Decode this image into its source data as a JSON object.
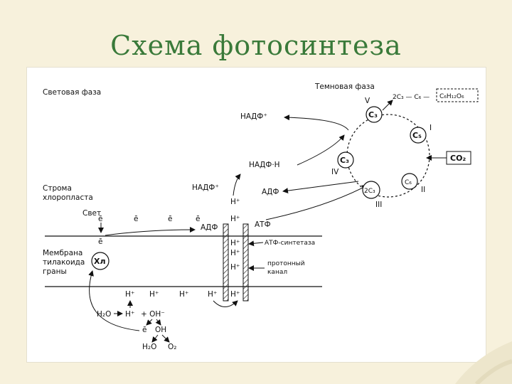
{
  "slide": {
    "title": "Схема фотосинтеза"
  },
  "diagram": {
    "light_phase": "Световая фаза",
    "dark_phase": "Темновая фаза",
    "stroma_1": "Строма",
    "stroma_2": "хлоропласта",
    "membrane_1": "Мембрана",
    "membrane_2": "тилакоида",
    "membrane_3": "граны",
    "light": "Свет",
    "chlorophyll": "Хл",
    "nadp_top": "НАДФ⁺",
    "nadp_h": "НАДФ·Н",
    "nadp_mid": "НАДФ⁺",
    "adp_right": "АДФ",
    "adp_left": "АДФ",
    "atp": "АТФ",
    "atp_synthase": "АТФ-синтетаза",
    "proton_channel_1": "протонный",
    "proton_channel_2": "канал",
    "h_plus": "H⁺",
    "electron": "ē",
    "h2o": "H₂O",
    "oh_minus": "+ OH⁻",
    "oh": "OH",
    "o2": "O₂",
    "c3": "C₃",
    "c5": "C₅",
    "c6": "C₆",
    "two_c3": "2C₃",
    "co2": "CO₂",
    "glucose": "C₆H₁₂O₆",
    "chain": "2C₃ — C₆ —",
    "stage_1": "I",
    "stage_2": "II",
    "stage_3": "III",
    "stage_4": "IV",
    "stage_5": "V"
  }
}
